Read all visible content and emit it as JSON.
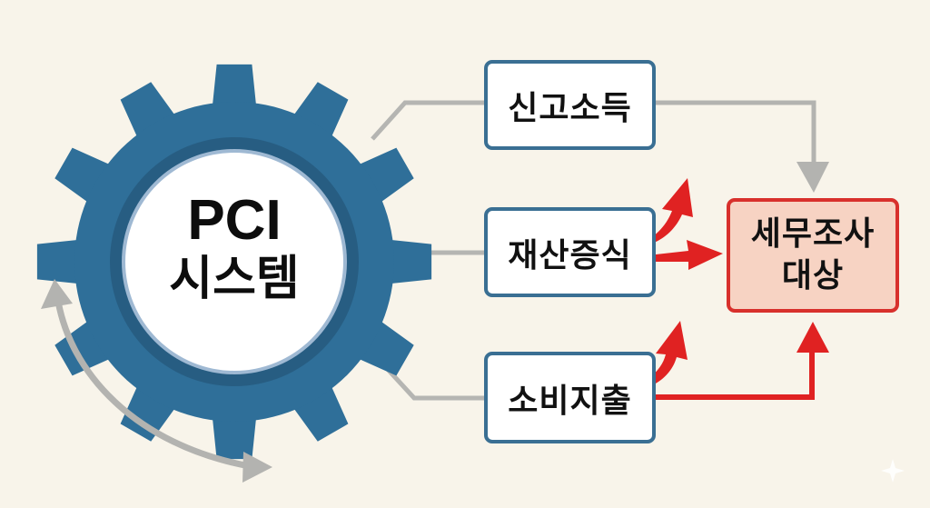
{
  "diagram": {
    "center": {
      "line1": "PCI",
      "line2": "시스템",
      "icon": "gear-icon"
    },
    "inputs": [
      {
        "label": "신고소득"
      },
      {
        "label": "재산증식"
      },
      {
        "label": "소비지출"
      }
    ],
    "target": {
      "line1": "세무조사",
      "line2": "대상"
    },
    "cycle_icon": "rotation-arrow-icon",
    "colors": {
      "background": "#f8f4ea",
      "gear": "#2f6f99",
      "gear_inner_ring": "#275d82",
      "box_border": "#3a6f93",
      "connector_gray": "#b3b3b0",
      "alert_red": "#e02222",
      "target_fill": "#f7d3c3",
      "target_border": "#d8302c"
    }
  }
}
